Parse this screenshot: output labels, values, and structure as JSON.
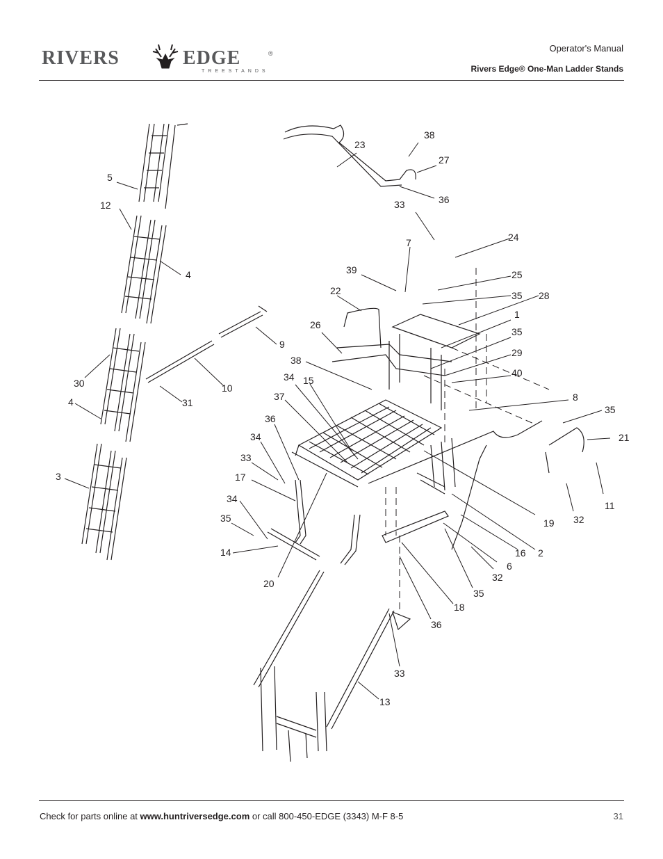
{
  "header": {
    "brand_left": "RIVERS",
    "brand_right": "EDGE",
    "brand_mark": "®",
    "brand_tagline": "TREESTANDS",
    "doc_title": "Operator's Manual",
    "doc_subtitle": "Rivers Edge® One-Man Ladder Stands"
  },
  "diagram": {
    "callouts": [
      "5",
      "12",
      "4",
      "30",
      "4",
      "3",
      "31",
      "10",
      "9",
      "23",
      "38",
      "27",
      "36",
      "33",
      "24",
      "7",
      "39",
      "22",
      "25",
      "35",
      "28",
      "1",
      "35",
      "26",
      "29",
      "40",
      "38",
      "34",
      "15",
      "37",
      "8",
      "35",
      "21",
      "36",
      "34",
      "33",
      "17",
      "11",
      "32",
      "19",
      "34",
      "35",
      "16",
      "2",
      "14",
      "6",
      "32",
      "20",
      "35",
      "18",
      "36",
      "33",
      "13"
    ]
  },
  "footer": {
    "prefix": "Check for parts online at ",
    "url": "www.huntriversedge.com",
    "suffix": " or call 800-450-EDGE (3343) M-F 8-5",
    "page_number": "31"
  }
}
